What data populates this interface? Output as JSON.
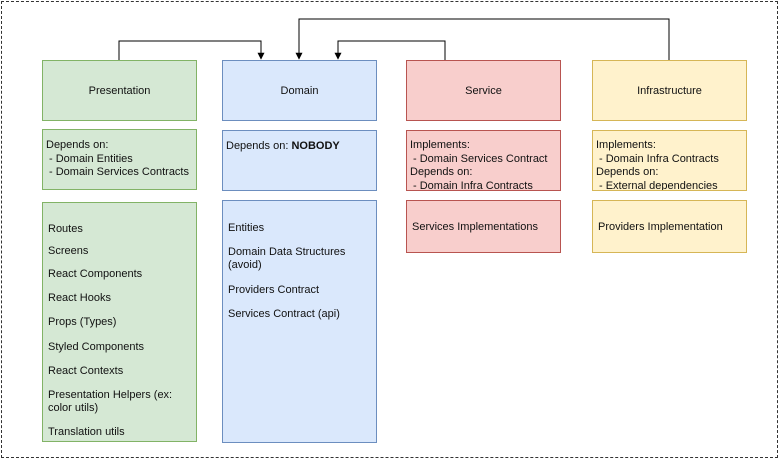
{
  "layers": {
    "presentation": {
      "title": "Presentation",
      "depends_label": "Depends on:",
      "depends": [
        " - Domain Entities",
        " - Domain Services Contracts"
      ],
      "items": [
        "Routes",
        "Screens",
        "React Components",
        "React Hooks",
        "Props (Types)",
        "Styled Components",
        "React Contexts",
        "Presentation Helpers (ex: color utils)",
        "Translation utils"
      ]
    },
    "domain": {
      "title": "Domain",
      "depends_label": "Depends on: ",
      "depends_value": "NOBODY",
      "items": [
        "Entities",
        "Domain Data Structures (avoid)",
        "Providers Contract",
        "Services Contract (api)"
      ]
    },
    "service": {
      "title": "Service",
      "implements_label": "Implements:",
      "implements": [
        " - Domain Services Contract"
      ],
      "depends_label": "Depends on:",
      "depends": [
        " - Domain Infra Contracts"
      ],
      "implementation": "Services Implementations"
    },
    "infrastructure": {
      "title": "Infrastructure",
      "implements_label": "Implements:",
      "implements": [
        " - Domain Infra Contracts"
      ],
      "depends_label": "Depends on:",
      "depends": [
        " - External dependencies"
      ],
      "implementation": "Providers Implementation"
    }
  },
  "colors": {
    "presentation_fill": "#d5e8d4",
    "presentation_stroke": "#82b366",
    "domain_fill": "#dae8fc",
    "domain_stroke": "#6c8ebf",
    "service_fill": "#f8cecc",
    "service_stroke": "#b85450",
    "infrastructure_fill": "#fff2cc",
    "infrastructure_stroke": "#d6b656"
  },
  "edges": [
    {
      "from": "Presentation",
      "to": "Domain"
    },
    {
      "from": "Service",
      "to": "Domain"
    },
    {
      "from": "Infrastructure",
      "to": "Domain"
    }
  ]
}
